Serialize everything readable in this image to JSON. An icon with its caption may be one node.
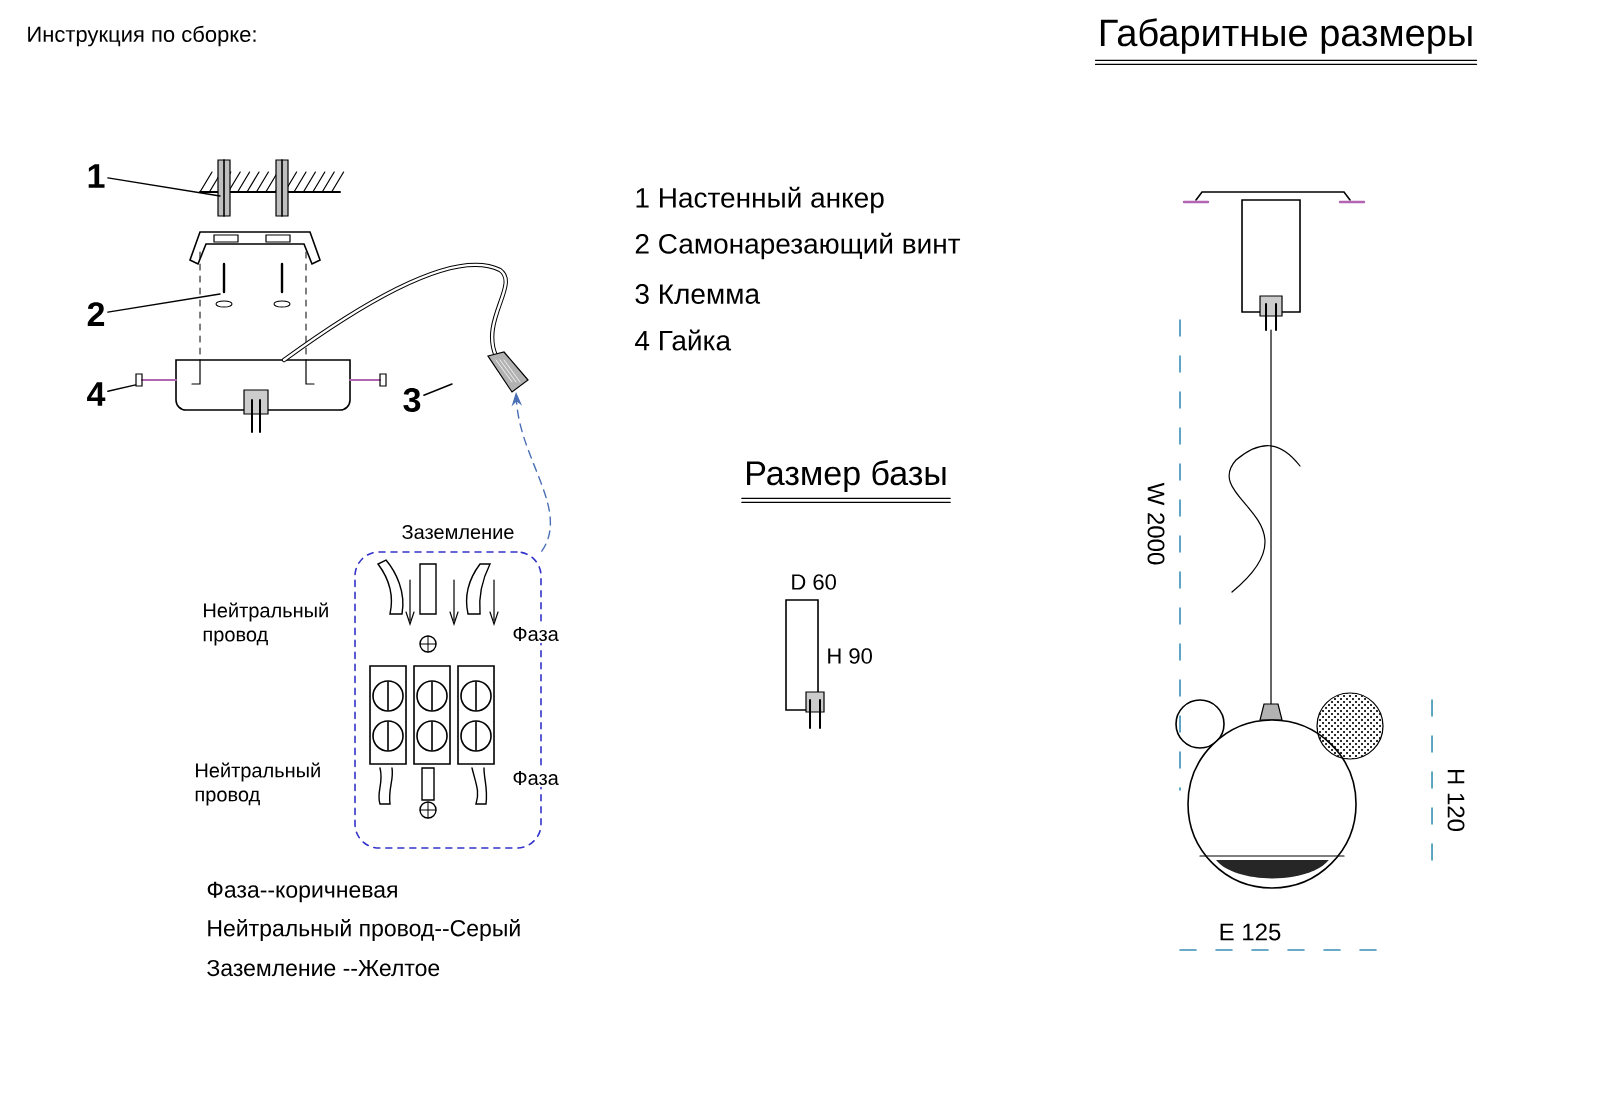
{
  "diagram": {
    "title": "Инструкция по сборке:",
    "nodes": [
      {
        "text": [
          "1"
        ]
      },
      {
        "text": [
          "2"
        ]
      },
      {
        "text": [
          "4"
        ]
      },
      {
        "text": [
          "3"
        ]
      },
      {
        "text": [
          "Заземление",
          "Нейтральный провод",
          "Фаза",
          "Нейтральный провод",
          "Фаза"
        ]
      },
      {
        "text": [],
        "shape": "picture"
      }
    ],
    "edges": [
      {
        "from": 0,
        "to": null,
        "arrow": "none"
      },
      {
        "from": 1,
        "to": null,
        "arrow": "none"
      },
      {
        "from": 2,
        "to": 5,
        "arrow": "none"
      },
      {
        "from": 3,
        "to": null,
        "arrow": "none"
      },
      {
        "from": 4,
        "to": null,
        "arrow": "to",
        "style": "dashed",
        "color": "#4a6fb5"
      }
    ],
    "labels": [
      "Габаритные размеры",
      "1 Настенный анкер",
      "2 Самонарезающий винт",
      "3 Клемма",
      "4 Гайка",
      "Размер базы",
      "D 60",
      "H 90",
      "W 2000",
      "H 120",
      "E 125",
      "Фаза--коричневая",
      "Нейтральный провод--Серый",
      "Заземление --Желтое"
    ]
  }
}
